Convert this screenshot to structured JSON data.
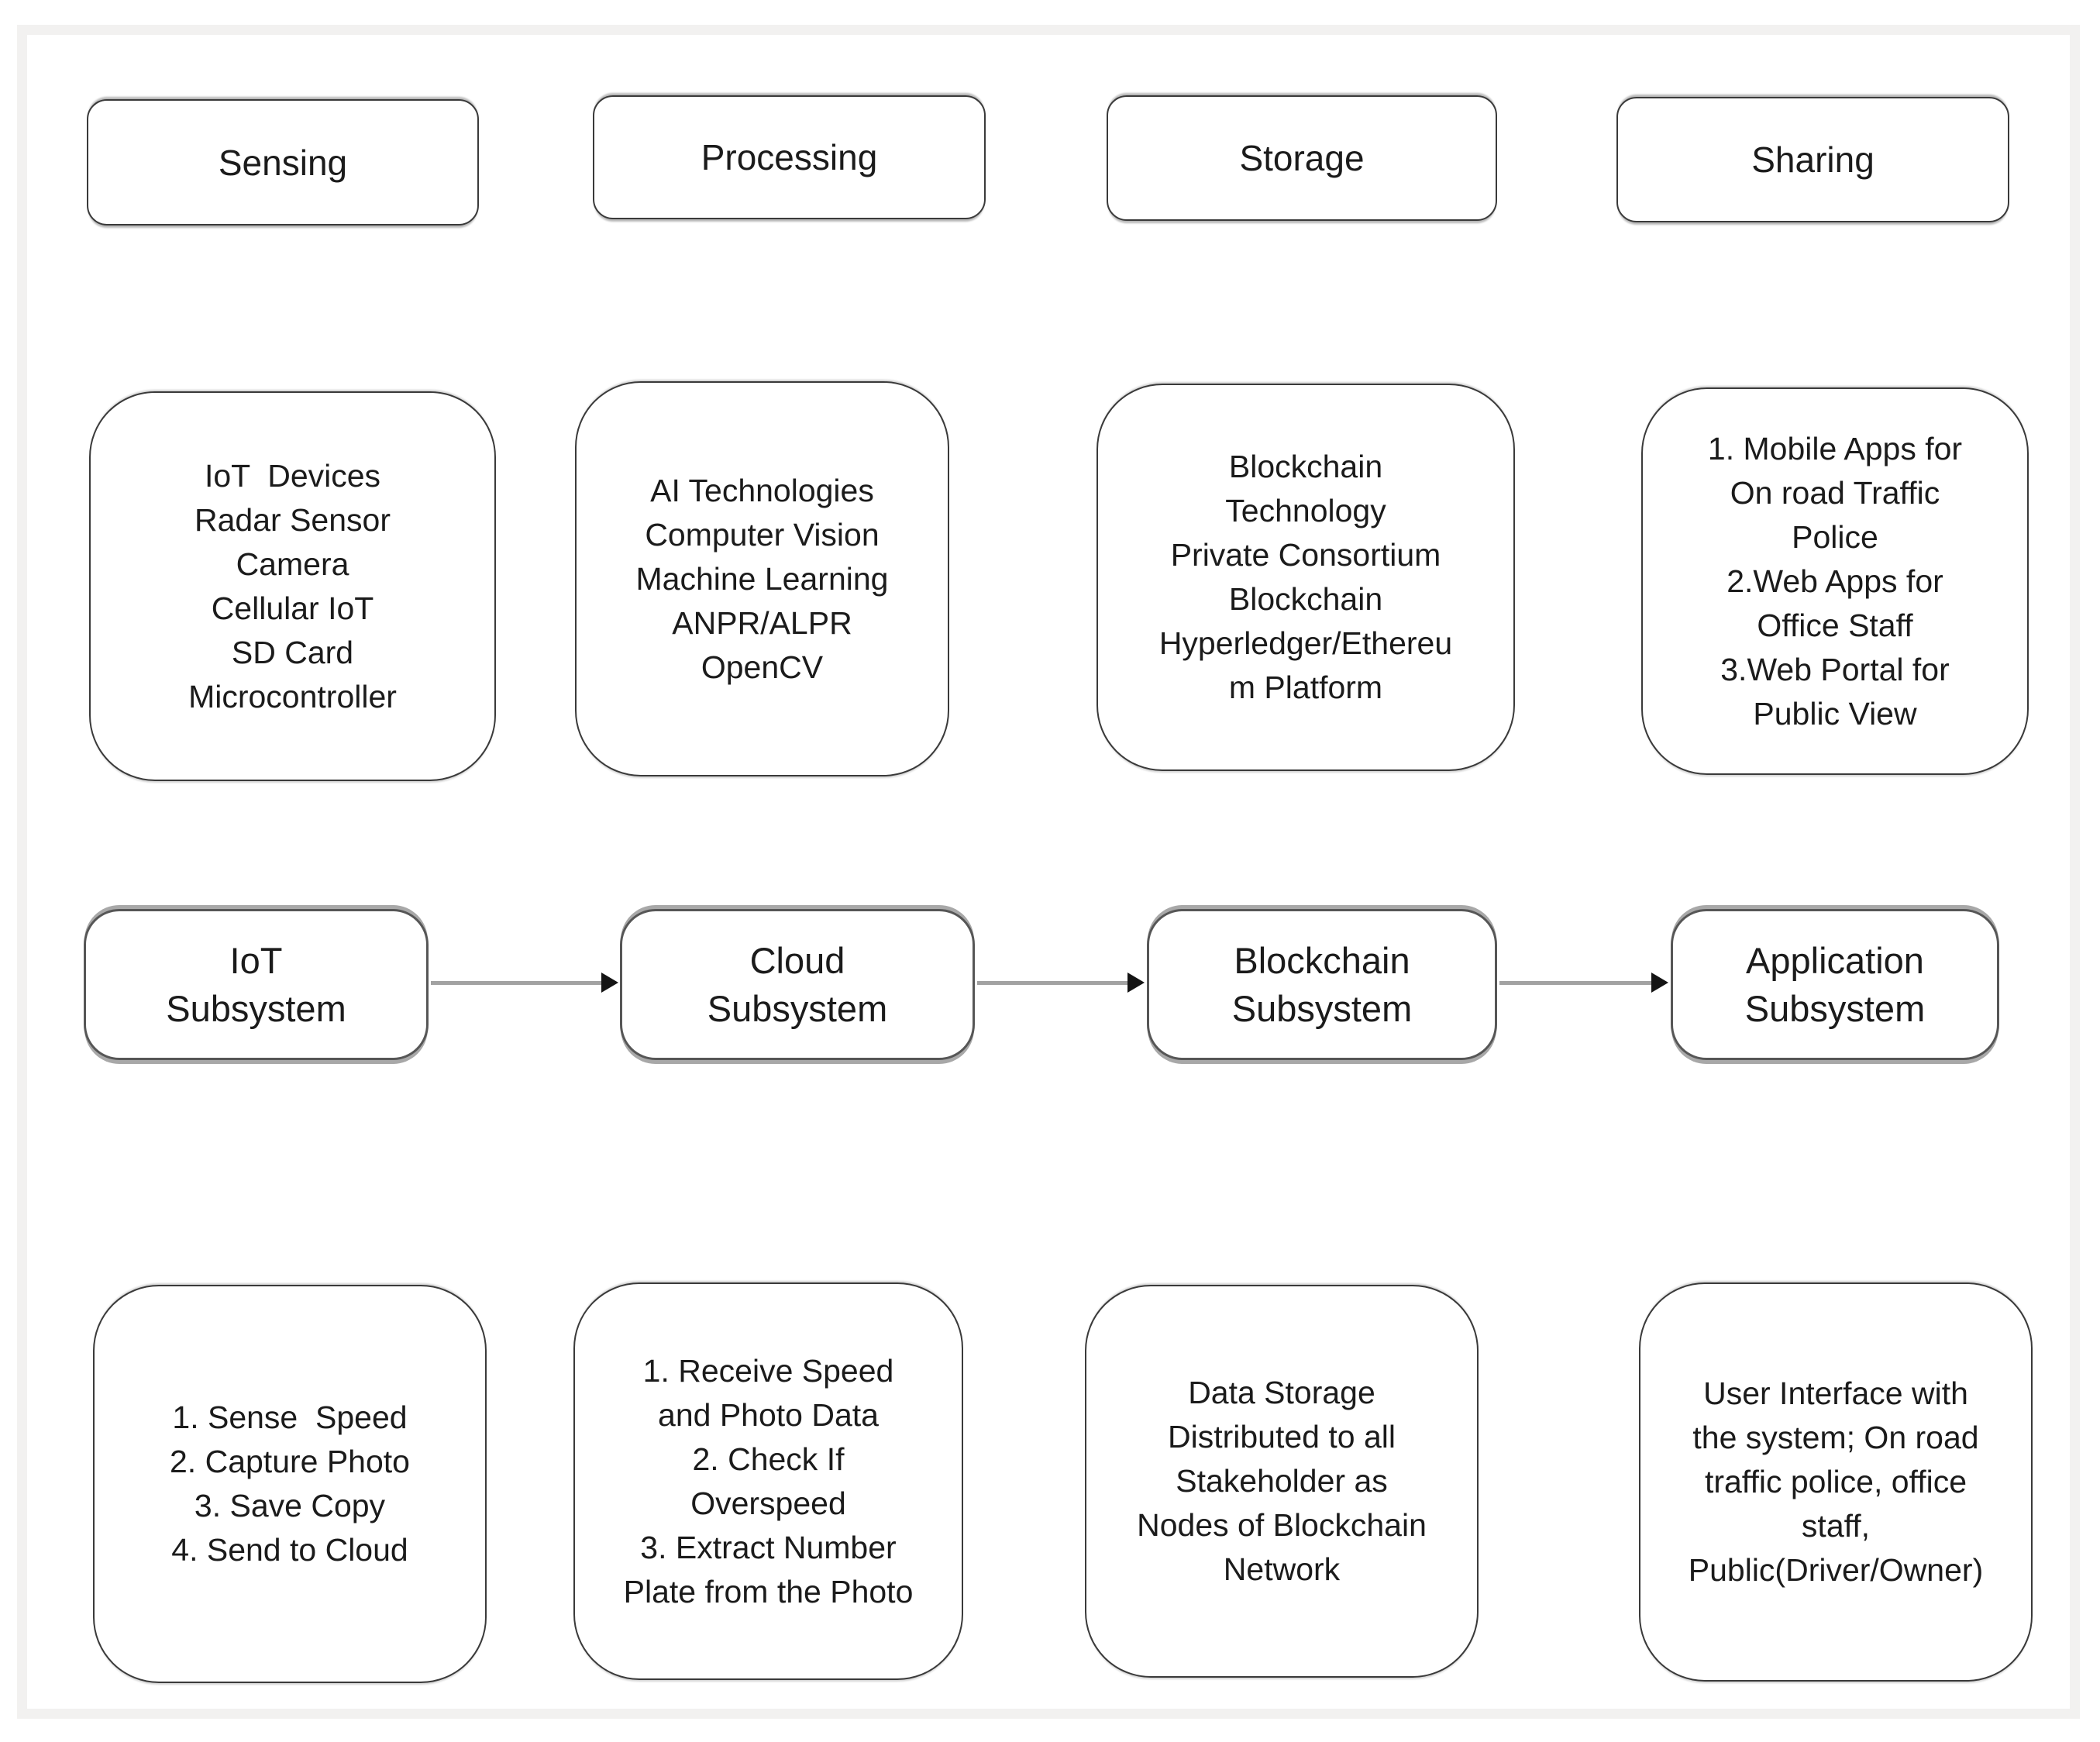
{
  "colors": {
    "text": "#1b1b1b",
    "border": "#3a3a3a",
    "frame": "#f2f1f0",
    "arrow_line": "#a2a2a2",
    "arrow_head": "#141414"
  },
  "columns": [
    {
      "stage_label": "Sensing",
      "components": "IoT  Devices\nRadar Sensor\nCamera\nCellular IoT\nSD Card\nMicrocontroller",
      "subsystem_label": "IoT\nSubsystem",
      "functions": "1. Sense  Speed\n2. Capture Photo\n3. Save Copy\n4. Send to Cloud"
    },
    {
      "stage_label": "Processing",
      "components": "AI Technologies\nComputer Vision\nMachine Learning\nANPR/ALPR\nOpenCV",
      "subsystem_label": "Cloud\nSubsystem",
      "functions": "1. Receive Speed\nand Photo Data\n2. Check If\nOverspeed\n3. Extract Number\nPlate from the Photo"
    },
    {
      "stage_label": "Storage",
      "components": "Blockchain\nTechnology\nPrivate Consortium\nBlockchain\nHyperledger/Ethereu\nm Platform",
      "subsystem_label": "Blockchain\nSubsystem",
      "functions": "Data Storage\nDistributed to all\nStakeholder as\nNodes of Blockchain\nNetwork"
    },
    {
      "stage_label": "Sharing",
      "components": "1. Mobile Apps for\nOn road Traffic\nPolice\n2.Web Apps for\nOffice Staff\n3.Web Portal for\nPublic View",
      "subsystem_label": "Application\nSubsystem",
      "functions": "User Interface with\nthe system; On road\ntraffic police, office\nstaff,\nPublic(Driver/Owner)"
    }
  ],
  "flow": [
    "IoT Subsystem",
    "Cloud Subsystem",
    "Blockchain Subsystem",
    "Application Subsystem"
  ]
}
